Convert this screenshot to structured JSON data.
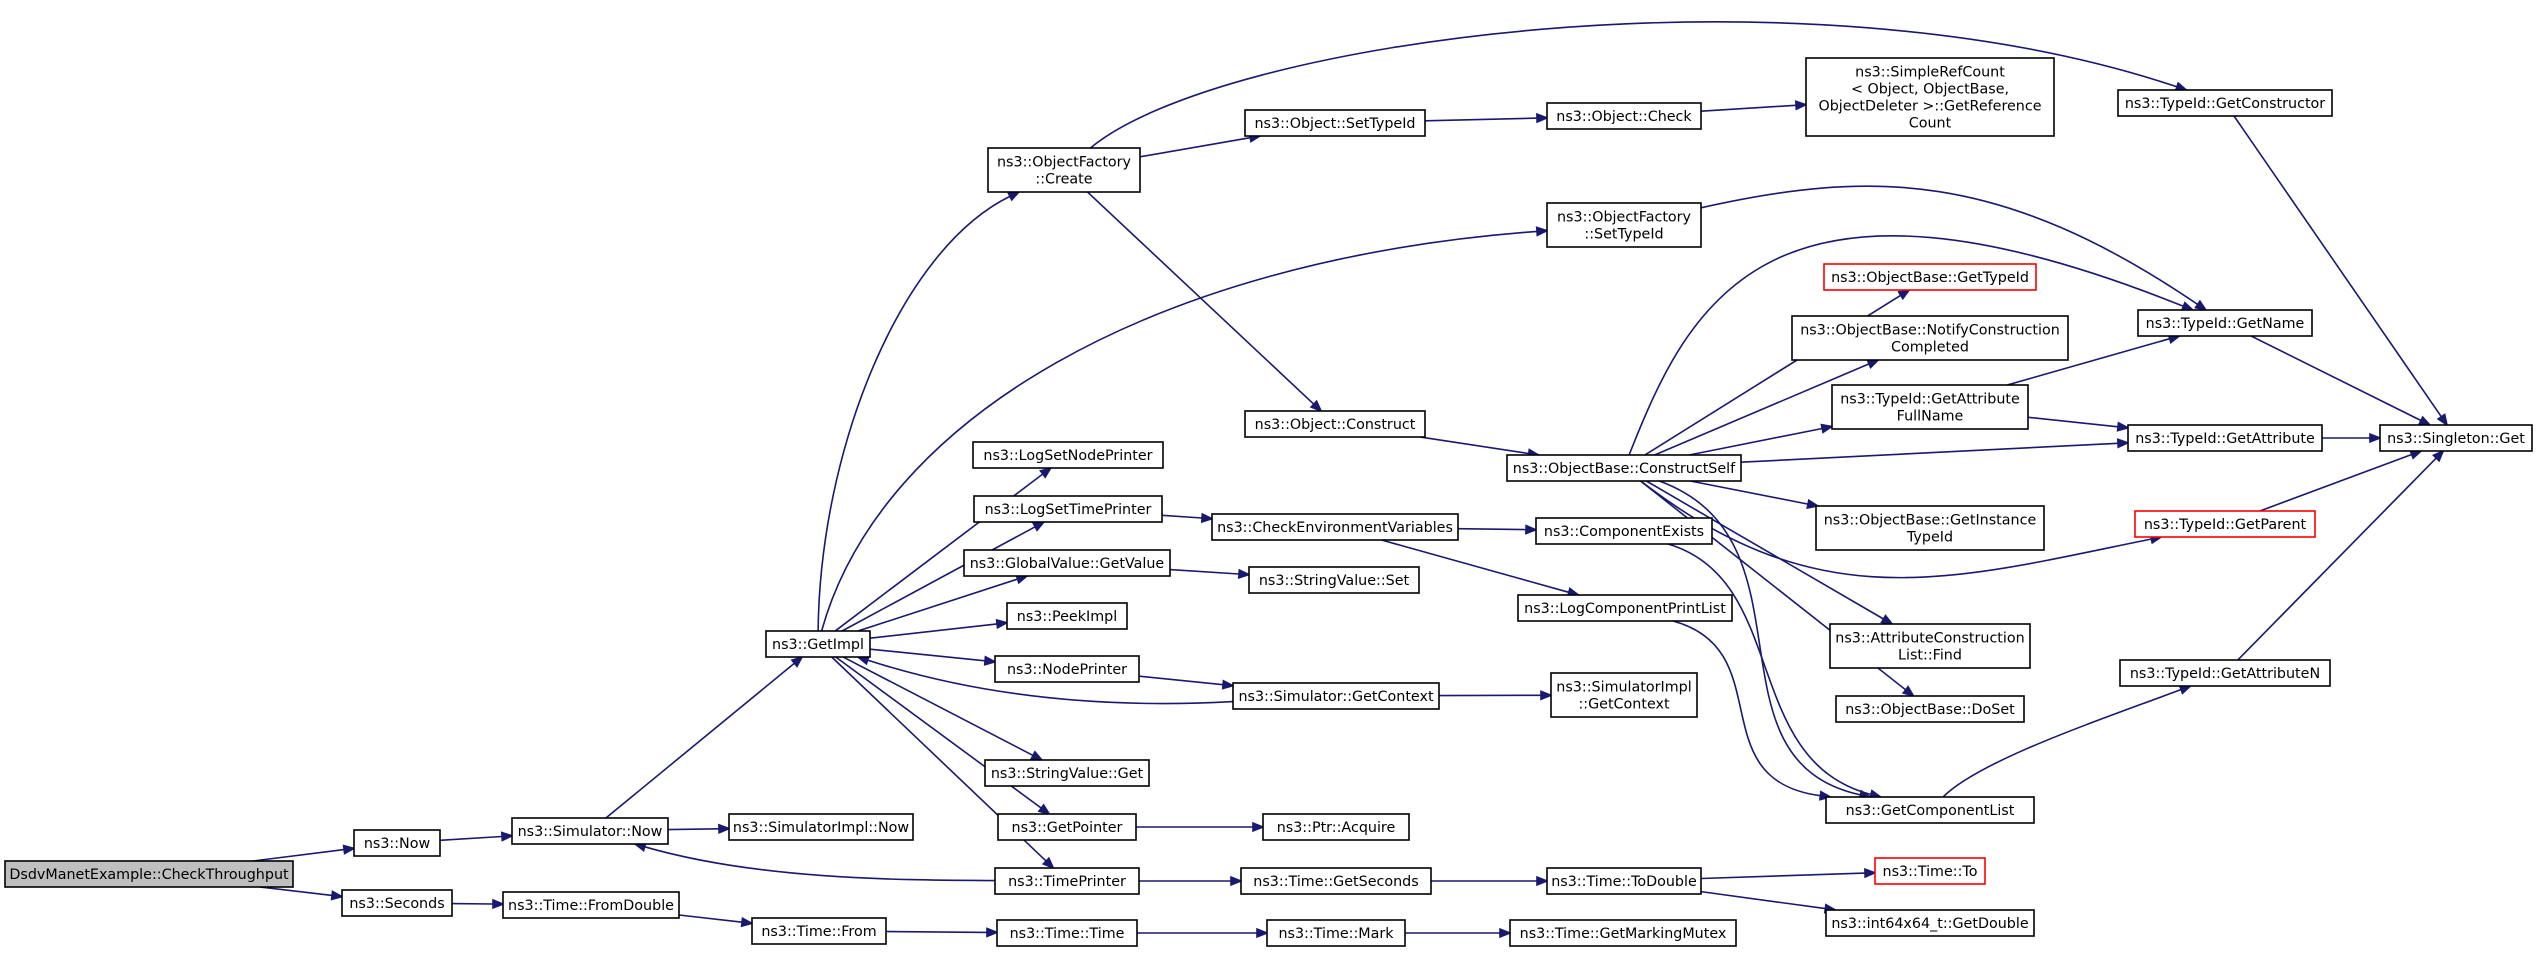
{
  "colors": {
    "edge": "#191970",
    "root_fill": "#bfbfbf",
    "missing_border": "#ff0000"
  },
  "nodes": {
    "check_throughput": {
      "lines": [
        "DsdvManetExample::CheckThroughput"
      ],
      "root": true
    },
    "now": {
      "lines": [
        "ns3::Now"
      ]
    },
    "seconds": {
      "lines": [
        "ns3::Seconds"
      ]
    },
    "simulator_now": {
      "lines": [
        "ns3::Simulator::Now"
      ]
    },
    "time_fromdouble": {
      "lines": [
        "ns3::Time::FromDouble"
      ]
    },
    "get_impl": {
      "lines": [
        "ns3::GetImpl"
      ]
    },
    "simulatorimpl_now": {
      "lines": [
        "ns3::SimulatorImpl::Now"
      ]
    },
    "time_from": {
      "lines": [
        "ns3::Time::From"
      ]
    },
    "objectfactory_create": {
      "lines": [
        "ns3::ObjectFactory",
        "::Create"
      ]
    },
    "objectfactory_settypeid": {
      "lines": [
        "ns3::ObjectFactory",
        "::SetTypeId"
      ]
    },
    "log_set_node_printer": {
      "lines": [
        "ns3::LogSetNodePrinter"
      ]
    },
    "log_set_time_printer": {
      "lines": [
        "ns3::LogSetTimePrinter"
      ]
    },
    "globalvalue_getvalue": {
      "lines": [
        "ns3::GlobalValue::GetValue"
      ]
    },
    "peek_impl": {
      "lines": [
        "ns3::PeekImpl"
      ]
    },
    "node_printer": {
      "lines": [
        "ns3::NodePrinter"
      ]
    },
    "stringvalue_get": {
      "lines": [
        "ns3::StringValue::Get"
      ]
    },
    "get_pointer": {
      "lines": [
        "ns3::GetPointer"
      ]
    },
    "time_printer": {
      "lines": [
        "ns3::TimePrinter"
      ]
    },
    "time_time": {
      "lines": [
        "ns3::Time::Time"
      ]
    },
    "object_settypeid": {
      "lines": [
        "ns3::Object::SetTypeId"
      ]
    },
    "object_construct": {
      "lines": [
        "ns3::Object::Construct"
      ]
    },
    "check_env_vars": {
      "lines": [
        "ns3::CheckEnvironmentVariables"
      ]
    },
    "stringvalue_set": {
      "lines": [
        "ns3::StringValue::Set"
      ]
    },
    "simulator_getcontext": {
      "lines": [
        "ns3::Simulator::GetContext"
      ]
    },
    "ptr_acquire": {
      "lines": [
        "ns3::Ptr::Acquire"
      ]
    },
    "time_getseconds": {
      "lines": [
        "ns3::Time::GetSeconds"
      ]
    },
    "time_mark": {
      "lines": [
        "ns3::Time::Mark"
      ]
    },
    "object_check": {
      "lines": [
        "ns3::Object::Check"
      ]
    },
    "objectbase_constructself": {
      "lines": [
        "ns3::ObjectBase::ConstructSelf"
      ]
    },
    "component_exists": {
      "lines": [
        "ns3::ComponentExists"
      ]
    },
    "log_component_print_list": {
      "lines": [
        "ns3::LogComponentPrintList"
      ]
    },
    "simulatorimpl_getcontext": {
      "lines": [
        "ns3::SimulatorImpl",
        "::GetContext"
      ]
    },
    "time_todouble": {
      "lines": [
        "ns3::Time::ToDouble"
      ]
    },
    "time_getmarkingmutex": {
      "lines": [
        "ns3::Time::GetMarkingMutex"
      ]
    },
    "simplerefcount_getrefcount": {
      "lines": [
        "ns3::SimpleRefCount",
        "< Object, ObjectBase,",
        " ObjectDeleter >::GetReference",
        "Count"
      ]
    },
    "objectbase_gettypeid": {
      "lines": [
        "ns3::ObjectBase::GetTypeId"
      ],
      "missing": true
    },
    "objectbase_notifyconstructioncompleted": {
      "lines": [
        "ns3::ObjectBase::NotifyConstruction",
        "Completed"
      ]
    },
    "typeid_getattributefullname": {
      "lines": [
        "ns3::TypeId::GetAttribute",
        "FullName"
      ]
    },
    "objectbase_getinstancetypeid": {
      "lines": [
        "ns3::ObjectBase::GetInstance",
        "TypeId"
      ]
    },
    "attributeconstructionlist_find": {
      "lines": [
        "ns3::AttributeConstruction",
        "List::Find"
      ]
    },
    "objectbase_doset": {
      "lines": [
        "ns3::ObjectBase::DoSet"
      ]
    },
    "get_component_list": {
      "lines": [
        "ns3::GetComponentList"
      ]
    },
    "time_to": {
      "lines": [
        "ns3::Time::To"
      ],
      "missing": true
    },
    "int64x64_getdouble": {
      "lines": [
        "ns3::int64x64_t::GetDouble"
      ]
    },
    "typeid_getconstructor": {
      "lines": [
        "ns3::TypeId::GetConstructor"
      ]
    },
    "typeid_getname": {
      "lines": [
        "ns3::TypeId::GetName"
      ]
    },
    "typeid_getattribute": {
      "lines": [
        "ns3::TypeId::GetAttribute"
      ]
    },
    "typeid_getparent": {
      "lines": [
        "ns3::TypeId::GetParent"
      ],
      "missing": true
    },
    "typeid_getattributen": {
      "lines": [
        "ns3::TypeId::GetAttributeN"
      ]
    },
    "singleton_get": {
      "lines": [
        "ns3::Singleton::Get"
      ]
    }
  },
  "edges": [
    [
      "check_throughput",
      "now"
    ],
    [
      "check_throughput",
      "seconds"
    ],
    [
      "now",
      "simulator_now"
    ],
    [
      "seconds",
      "time_fromdouble"
    ],
    [
      "simulator_now",
      "get_impl"
    ],
    [
      "simulator_now",
      "simulatorimpl_now"
    ],
    [
      "time_fromdouble",
      "time_from"
    ],
    [
      "time_from",
      "time_time"
    ],
    [
      "time_time",
      "time_mark"
    ],
    [
      "time_mark",
      "time_getmarkingmutex"
    ],
    [
      "get_impl",
      "objectfactory_create"
    ],
    [
      "get_impl",
      "objectfactory_settypeid"
    ],
    [
      "get_impl",
      "log_set_node_printer"
    ],
    [
      "get_impl",
      "log_set_time_printer"
    ],
    [
      "get_impl",
      "globalvalue_getvalue"
    ],
    [
      "get_impl",
      "peek_impl"
    ],
    [
      "get_impl",
      "node_printer"
    ],
    [
      "get_impl",
      "stringvalue_get"
    ],
    [
      "get_impl",
      "get_pointer"
    ],
    [
      "get_impl",
      "time_printer"
    ],
    [
      "objectfactory_create",
      "object_settypeid"
    ],
    [
      "objectfactory_create",
      "object_construct"
    ],
    [
      "objectfactory_create",
      "typeid_getconstructor"
    ],
    [
      "object_settypeid",
      "object_check"
    ],
    [
      "object_check",
      "simplerefcount_getrefcount"
    ],
    [
      "objectfactory_settypeid",
      "typeid_getname"
    ],
    [
      "object_construct",
      "objectbase_constructself"
    ],
    [
      "log_set_time_printer",
      "check_env_vars"
    ],
    [
      "check_env_vars",
      "component_exists"
    ],
    [
      "check_env_vars",
      "log_component_print_list"
    ],
    [
      "component_exists",
      "get_component_list"
    ],
    [
      "log_component_print_list",
      "get_component_list"
    ],
    [
      "globalvalue_getvalue",
      "stringvalue_set"
    ],
    [
      "node_printer",
      "simulator_getcontext"
    ],
    [
      "simulator_getcontext",
      "get_impl"
    ],
    [
      "simulator_getcontext",
      "simulatorimpl_getcontext"
    ],
    [
      "get_pointer",
      "ptr_acquire"
    ],
    [
      "time_printer",
      "simulator_now"
    ],
    [
      "time_printer",
      "time_getseconds"
    ],
    [
      "time_getseconds",
      "time_todouble"
    ],
    [
      "time_todouble",
      "time_to"
    ],
    [
      "time_todouble",
      "int64x64_getdouble"
    ],
    [
      "objectbase_constructself",
      "objectbase_gettypeid"
    ],
    [
      "objectbase_constructself",
      "objectbase_notifyconstructioncompleted"
    ],
    [
      "objectbase_constructself",
      "typeid_getattributefullname"
    ],
    [
      "objectbase_constructself",
      "typeid_getattribute"
    ],
    [
      "objectbase_constructself",
      "objectbase_getinstancetypeid"
    ],
    [
      "objectbase_constructself",
      "typeid_getparent"
    ],
    [
      "objectbase_constructself",
      "attributeconstructionlist_find"
    ],
    [
      "objectbase_constructself",
      "objectbase_doset"
    ],
    [
      "objectbase_constructself",
      "get_component_list"
    ],
    [
      "objectbase_constructself",
      "typeid_getname"
    ],
    [
      "get_component_list",
      "typeid_getattributen"
    ],
    [
      "typeid_getattributefullname",
      "typeid_getname"
    ],
    [
      "typeid_getattributefullname",
      "typeid_getattribute"
    ],
    [
      "typeid_getconstructor",
      "singleton_get"
    ],
    [
      "typeid_getname",
      "singleton_get"
    ],
    [
      "typeid_getattribute",
      "singleton_get"
    ],
    [
      "typeid_getparent",
      "singleton_get"
    ],
    [
      "typeid_getattributen",
      "singleton_get"
    ]
  ]
}
